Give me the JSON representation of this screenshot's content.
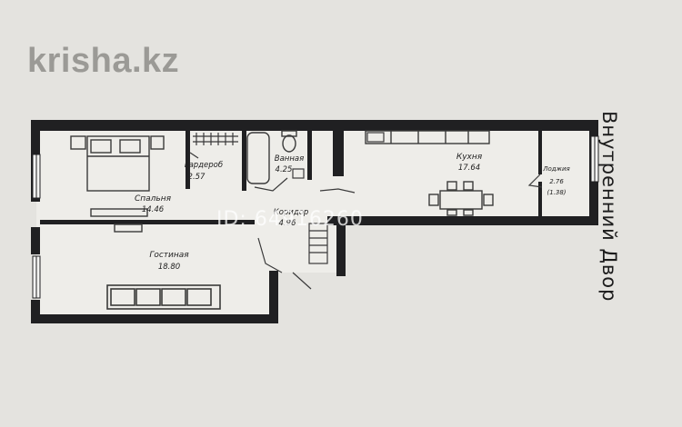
{
  "watermark": {
    "brand": "krisha.kz",
    "listing_id": "ID: 64916260"
  },
  "side_label": "Внутренний Двор",
  "rooms": {
    "bedroom": {
      "name": "Спальня",
      "area": "14.46"
    },
    "wardrobe": {
      "name": "Гардероб",
      "area": "2.57"
    },
    "bathroom": {
      "name": "Ванная",
      "area": "4.25"
    },
    "corridor": {
      "name": "Коридор",
      "area": "4.96"
    },
    "kitchen": {
      "name": "Кухня",
      "area": "17.64"
    },
    "loggia": {
      "name": "Лоджия",
      "area": "2.76",
      "area_note": "(1.38)"
    },
    "living": {
      "name": "Гостиная",
      "area": "18.80"
    }
  },
  "colors": {
    "wall": "#202022",
    "paper": "#e4e3df",
    "floor": "#eeede9",
    "fixture": "#3a3a3a"
  }
}
